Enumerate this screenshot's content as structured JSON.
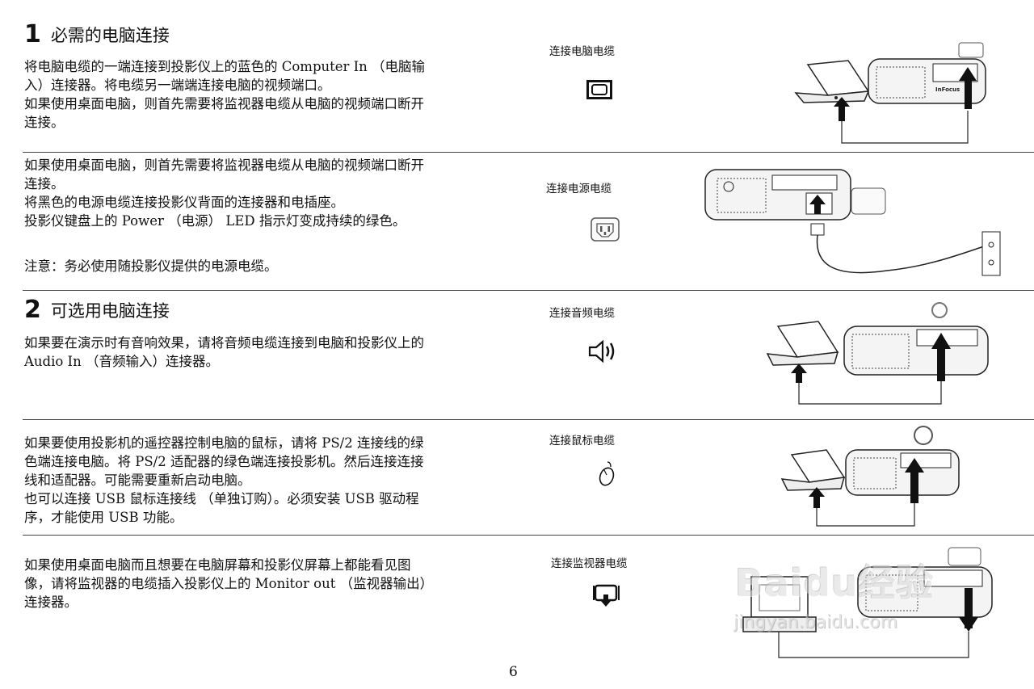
{
  "section1": {
    "number": "1",
    "title": "必需的电脑连接",
    "para_lines": [
      "将电脑电缆的一端连接到投影仪上的蓝色的 Computer In （电脑输",
      "入）连接器。将电缆另一端端连接电脑的视频端口。",
      "如果使用桌面电脑，则首先需要将监视器电缆从电脑的视频端口断开",
      "连接。"
    ],
    "caption": "连接电脑电缆",
    "icon": "monitor-port-icon"
  },
  "section2": {
    "para_lines": [
      "如果使用桌面电脑，则首先需要将监视器电缆从电脑的视频端口断开",
      "连接。",
      "将黑色的电源电缆连接投影仪背面的连接器和电插座。",
      "投影仪键盘上的 Power （电源） LED 指示灯变成持续的绿色。"
    ],
    "note": "注意：务必使用随投影仪提供的电源电缆。",
    "caption": "连接电源电缆",
    "icon": "power-socket-icon"
  },
  "section3": {
    "number": "2",
    "title": "可选用电脑连接",
    "para_lines": [
      "如果要在演示时有音响效果，请将音频电缆连接到电脑和投影仪上的",
      "Audio In （音频输入）连接器。"
    ],
    "caption": "连接音频电缆",
    "icon": "speaker-icon"
  },
  "section4": {
    "para_lines": [
      "如果要使用投影机的遥控器控制电脑的鼠标，请将 PS/2 连接线的绿",
      "色端连接电脑。将 PS/2 适配器的绿色端连接投影机。然后连接连接",
      "线和适配器。可能需要重新启动电脑。",
      "也可以连接 USB 鼠标连接线 （单独订购）。必须安装 USB 驱动程",
      "序，才能使用 USB 功能。"
    ],
    "caption": "连接鼠标电缆",
    "icon": "mouse-icon"
  },
  "section5": {
    "para_lines": [
      "如果使用桌面电脑而且想要在电脑屏幕和投影仪屏幕上都能看见图",
      "像，请将监视器的电缆插入投影仪上的 Monitor out （监视器输出）",
      "连接器。"
    ],
    "caption": "连接监视器电缆",
    "icon": "monitor-out-icon"
  },
  "brand_label": "InFocus",
  "page_number": "6",
  "watermark": {
    "text": "Baidu经验",
    "url": "jingyan.baidu.com"
  }
}
